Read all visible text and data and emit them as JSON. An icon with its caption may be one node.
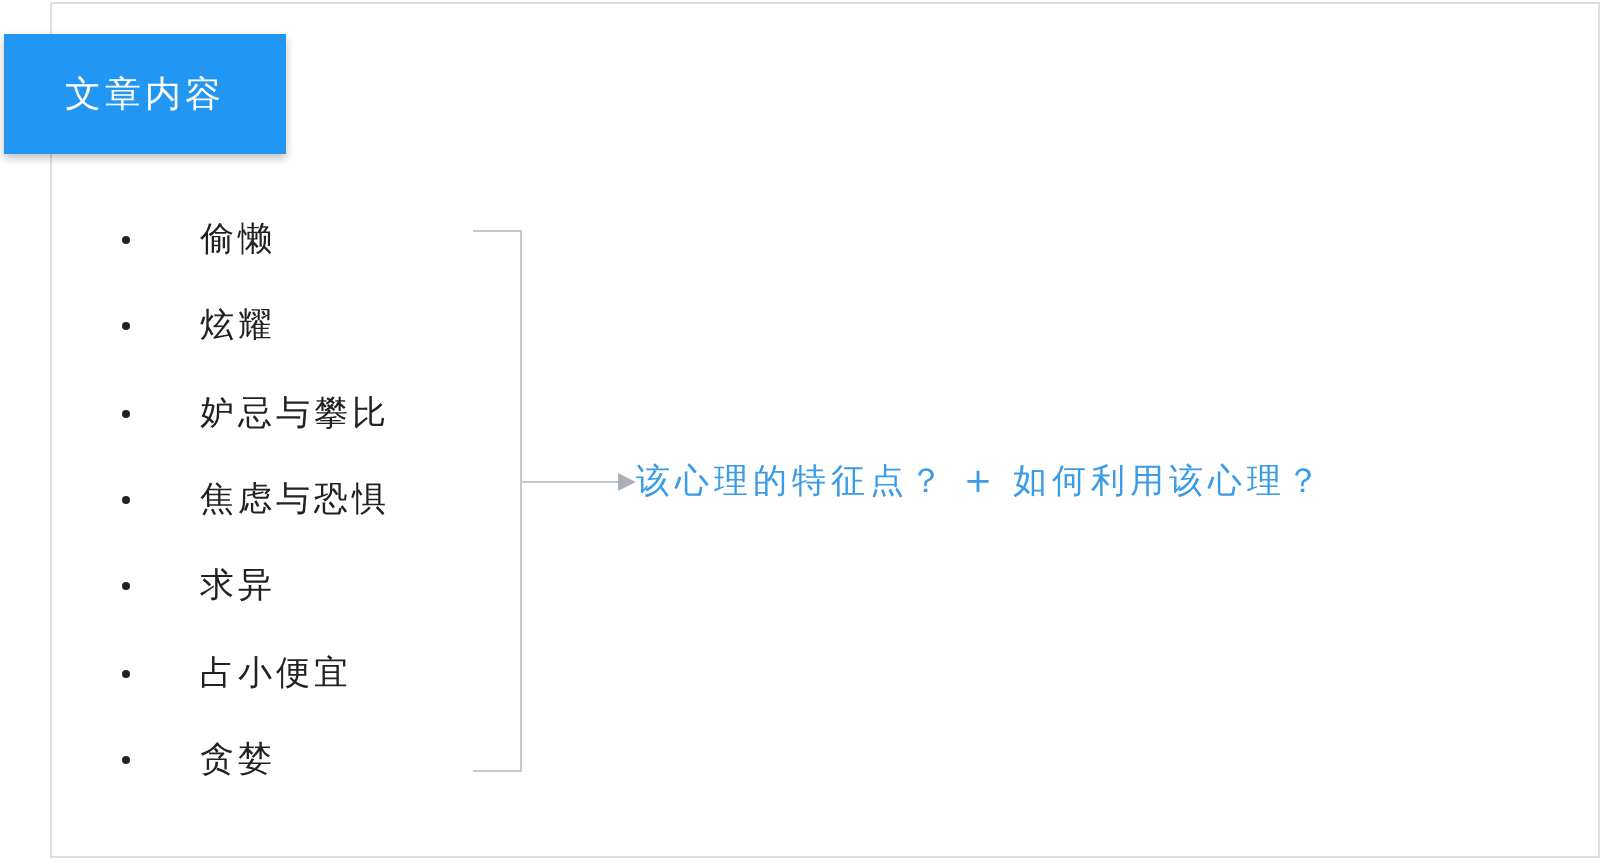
{
  "diagram": {
    "nodes": [
      {
        "text": [
          "文章内容"
        ]
      },
      {
        "text": [],
        "shape": "bracket"
      },
      {
        "text": [
          "该心理的特征点？ + 如何利用该心理？"
        ]
      }
    ],
    "edges": [
      {
        "from": 1,
        "to": 2,
        "arrow": "to"
      }
    ],
    "labels": [
      "偷懒",
      "炫耀",
      "妒忌与攀比",
      "焦虑与恐惧",
      "求异",
      "占小便宜",
      "贪婪"
    ]
  }
}
